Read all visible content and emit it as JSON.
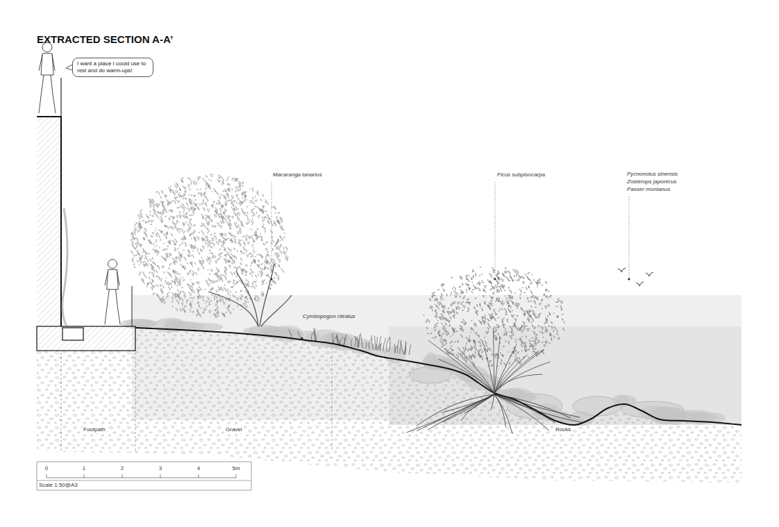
{
  "diagram": {
    "title": "EXTRACTED SECTION A-A’",
    "nodes": [
      {
        "text": [
          "I want a place I could use to rest and do warm-ups!"
        ]
      }
    ],
    "labels": [
      "Macaranga tanarius",
      "Ficus subpisocarpa",
      "Pycnonotus sinensis",
      "Zosterops japonicus",
      "Passer montanus",
      "Cymbopogon citratus",
      "Footpath",
      "Gravel",
      "Rocks",
      "0",
      "1",
      "2",
      "3",
      "4",
      "5m",
      "Scale 1:50@A3"
    ]
  }
}
